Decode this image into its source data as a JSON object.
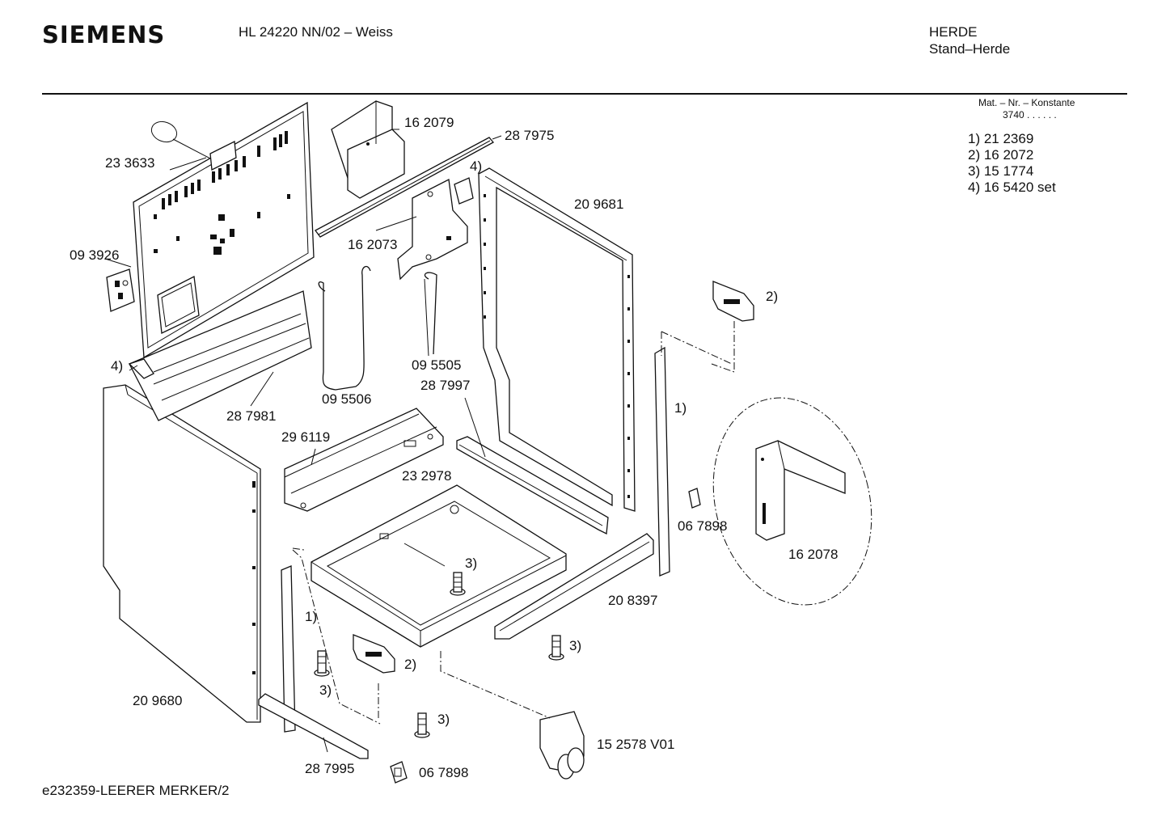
{
  "header": {
    "brand": "SIEMENS",
    "model": "HL 24220 NN/02 – Weiss",
    "category_line1": "HERDE",
    "category_line2": "Stand–Herde"
  },
  "material": {
    "label": "Mat. – Nr. – Konstante",
    "value": "3740  .  .  .  .  .  ."
  },
  "legend": [
    "1) 21 2369",
    "2) 16 2072",
    "3) 15 1774",
    "4) 16 5420 set"
  ],
  "parts": {
    "p233633": "23 3633",
    "p093926": "09 3926",
    "p162079": "16 2079",
    "p287975": "28 7975",
    "p162073": "16 2073",
    "p209681": "20 9681",
    "p4_top": "4)",
    "p4_left": "4)",
    "p2_right": "2)",
    "p095505": "09 5505",
    "p095506": "09 5506",
    "p287997": "28 7997",
    "p287981": "28 7981",
    "p296119": "29 6119",
    "p232978": "23 2978",
    "p1_right": "1)",
    "p067898_right": "06 7898",
    "p162078": "16 2078",
    "p3_center": "3)",
    "p208397": "20 8397",
    "p1_left": "1)",
    "p2_left": "2)",
    "p3_left": "3)",
    "p3_right": "3)",
    "p3_bottom": "3)",
    "p209680": "20 9680",
    "p152578": "15 2578 V01",
    "p287995": "28 7995",
    "p067898_bottom": "06 7898"
  },
  "footer": "e232359-LEERER MERKER/2"
}
